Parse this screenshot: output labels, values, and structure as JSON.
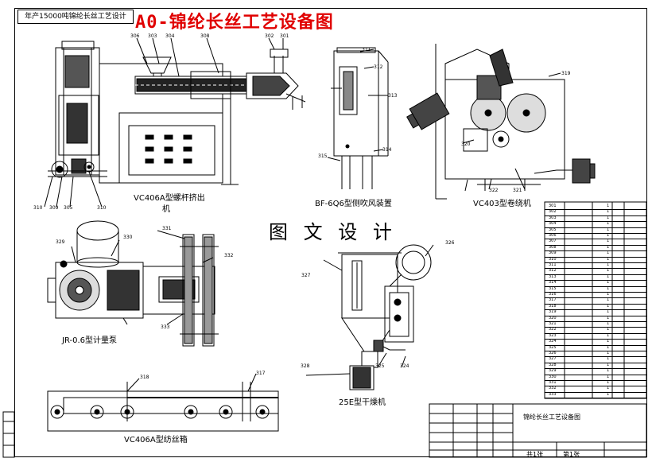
{
  "header": {
    "project_tag": "年产15000吨锦纶长丝工艺设计",
    "main_title": "A0-锦纶长丝工艺设备图"
  },
  "watermark": "图 文 设 计",
  "machines": {
    "extruder": {
      "caption_line1": "VC406A型螺杆挤出",
      "caption_line2": "机"
    },
    "quench": {
      "caption": "BF-6Q6型侧吹风装置"
    },
    "winder": {
      "caption": "VC403型卷绕机"
    },
    "metering_pump": {
      "caption": "JR-0.6型计量泵"
    },
    "dryer": {
      "caption": "25E型干燥机"
    },
    "spin_box": {
      "caption": "VC406A型纺丝箱"
    }
  },
  "part_numbers": {
    "extruder": [
      "306",
      "303",
      "304",
      "308",
      "302",
      "301",
      "310",
      "309",
      "305",
      "310"
    ],
    "quench": [
      "311",
      "312",
      "313",
      "315",
      "314"
    ],
    "winder": [
      "319",
      "320",
      "322",
      "321"
    ],
    "metering_pump": [
      "329",
      "330",
      "331",
      "332",
      "333"
    ],
    "dryer": [
      "326",
      "327",
      "328",
      "325",
      "324"
    ],
    "spin_box": [
      "318",
      "317"
    ]
  },
  "title_block": {
    "drawing_name": "锦纶长丝工艺设备图",
    "row1_right": "共1张",
    "row2_right": "第1张"
  },
  "parts_list": {
    "codes": [
      "301",
      "302",
      "303",
      "304",
      "305",
      "306",
      "307",
      "308",
      "309",
      "310",
      "311",
      "312",
      "313",
      "314",
      "315",
      "316",
      "317",
      "318",
      "319",
      "320",
      "321",
      "322",
      "323",
      "324",
      "325",
      "326",
      "327",
      "328",
      "329",
      "330",
      "331",
      "332",
      "333"
    ],
    "qty": "1",
    "notes": [
      "",
      "",
      "",
      "",
      "",
      "",
      "",
      "",
      "",
      "",
      "",
      "",
      "",
      "",
      "",
      "",
      "",
      "",
      "",
      "",
      "",
      "",
      "",
      "",
      "",
      "",
      "",
      "",
      "",
      "",
      "",
      "",
      ""
    ]
  }
}
